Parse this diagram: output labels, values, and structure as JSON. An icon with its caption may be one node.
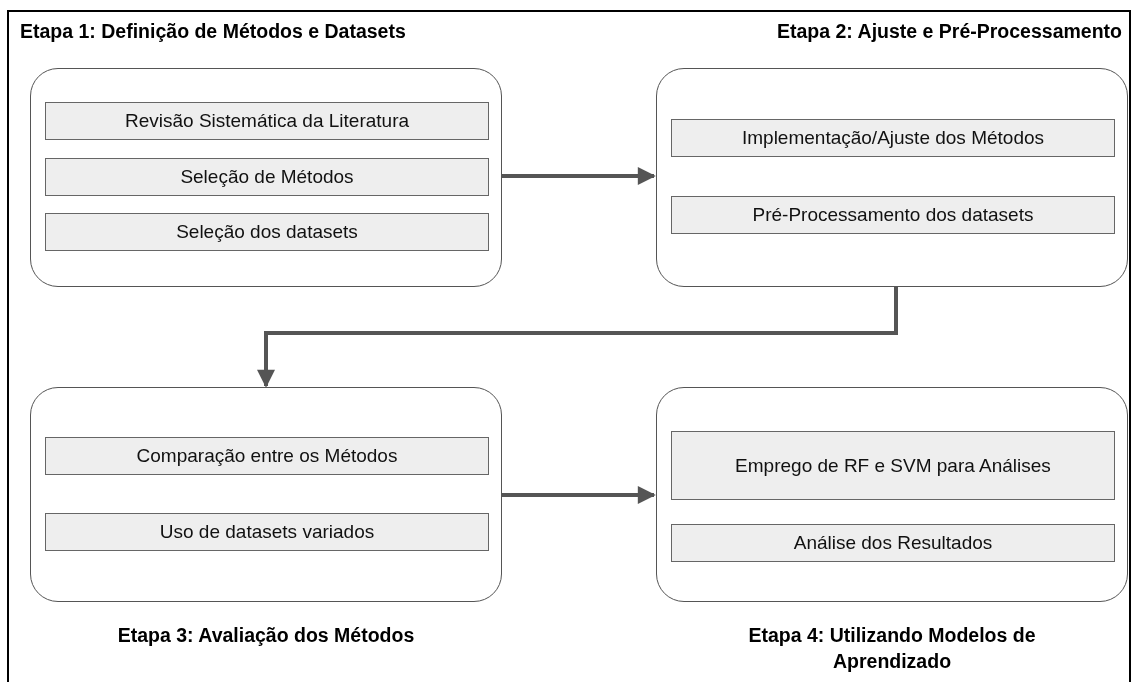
{
  "diagram": {
    "nodes": [
      {
        "text": [
          "Etapa 1: Definição de Métodos e Datasets"
        ]
      },
      {
        "text": [
          "Revisão Sistemática da Literatura"
        ],
        "in": 0
      },
      {
        "text": [
          "Seleção de Métodos"
        ],
        "in": 0
      },
      {
        "text": [
          "Seleção dos datasets"
        ],
        "in": 0
      },
      {
        "text": [
          "Etapa 2: Ajuste e Pré-Processamento"
        ]
      },
      {
        "text": [
          "Implementação/Ajuste dos Métodos"
        ],
        "in": 4
      },
      {
        "text": [
          "Pré-Processamento dos datasets"
        ],
        "in": 4
      },
      {
        "text": [
          "Etapa 3: Avaliação dos Métodos"
        ]
      },
      {
        "text": [
          "Comparação entre os Métodos"
        ],
        "in": 7
      },
      {
        "text": [
          "Uso de datasets variados"
        ],
        "in": 7
      },
      {
        "text": [
          "Etapa 4: Utilizando Modelos de Aprendizado"
        ]
      },
      {
        "text": [
          "Emprego de RF e SVM para Análises"
        ],
        "in": 10
      },
      {
        "text": [
          "Análise dos Resultados"
        ],
        "in": 10
      }
    ],
    "edges": [
      {
        "from": 0,
        "to": 4,
        "arrow": "to"
      },
      {
        "from": 4,
        "to": 7,
        "arrow": "to"
      },
      {
        "from": 7,
        "to": 10,
        "arrow": "to"
      }
    ]
  }
}
